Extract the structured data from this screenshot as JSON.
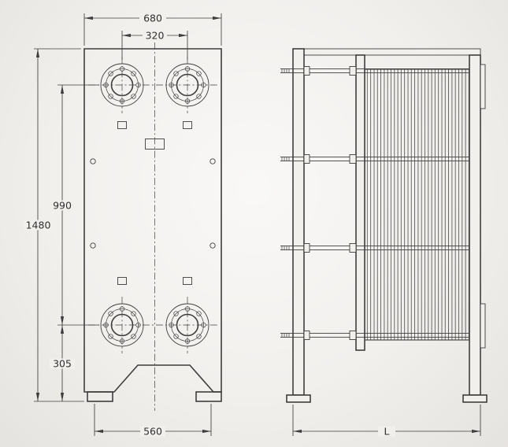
{
  "colors": {
    "background": "#f2f0ed",
    "line": "#3e3e3e",
    "text": "#2f2f2f"
  },
  "front_view": {
    "dims": {
      "overall_width": "680",
      "top_port_spacing": "320",
      "overall_height": "1480",
      "vertical_port_spacing": "990",
      "port_to_base": "305",
      "foot_spacing": "560"
    }
  },
  "side_view": {
    "dims": {
      "overall_length": "L"
    }
  }
}
